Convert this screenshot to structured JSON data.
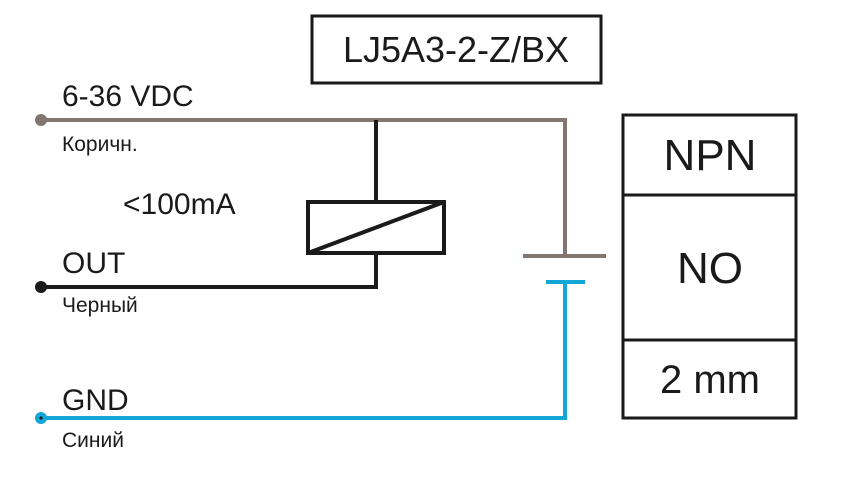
{
  "title": "LJ5A3-2-Z/BX",
  "wires": [
    {
      "label": "6-36 VDC",
      "sublabel": "Коричн.",
      "color": "#837671"
    },
    {
      "label": "OUT",
      "sublabel": "Черный",
      "color": "#1a1a1a"
    },
    {
      "label": "GND",
      "sublabel": "Синий",
      "color": "#12a7d6"
    }
  ],
  "load": {
    "label": "<100mA",
    "icon": "relay-coil-icon"
  },
  "switch": {
    "icon": "normally-open-contact-icon"
  },
  "spec_box": {
    "type": "NPN",
    "contact": "NO",
    "distance": "2 mm"
  }
}
